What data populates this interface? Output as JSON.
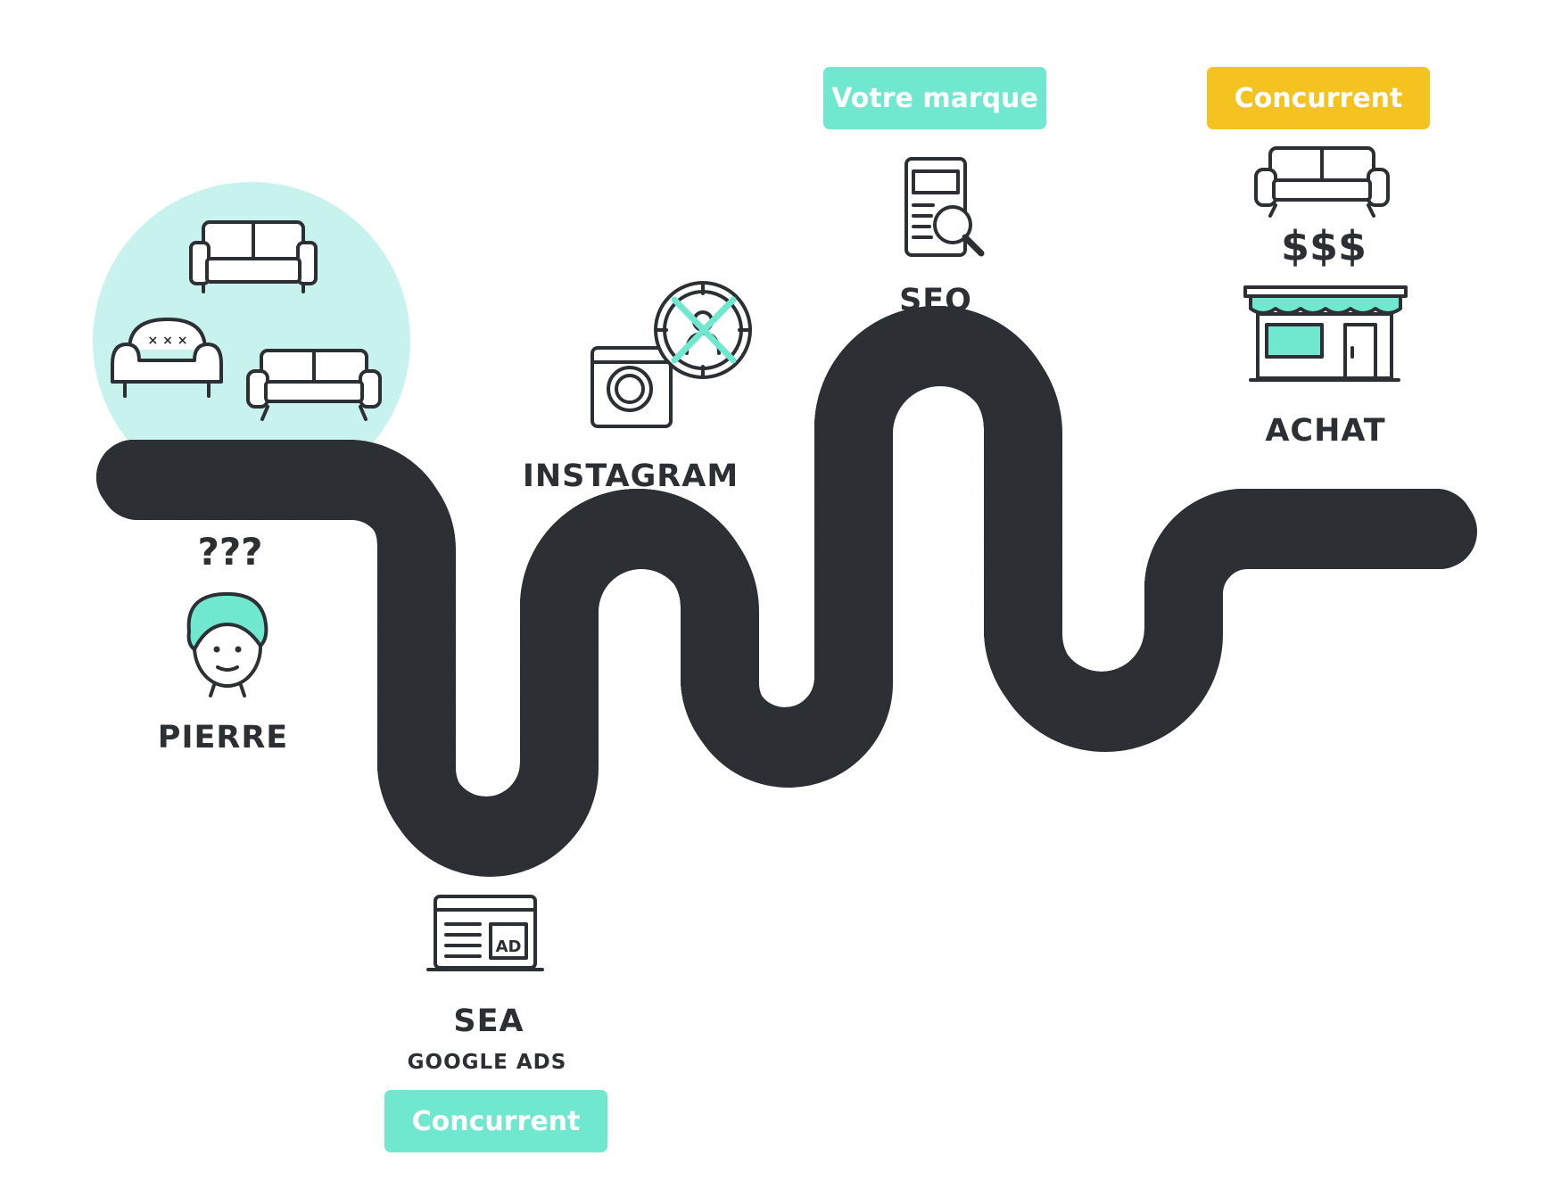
{
  "colors": {
    "accent": "#6fe8cf",
    "accent_light": "#c8f2ee",
    "competitor_yellow": "#f5c31f",
    "outline": "#2c2f33",
    "road_fill": "#eceeed",
    "road_shadow": "#c9cccb",
    "white": "#ffffff"
  },
  "icons": {
    "sofa_group": "sofa-icon",
    "persona": "confused-person-icon",
    "ad": "laptop-ad-icon",
    "instagram": "camera-target-icon",
    "seo": "document-search-icon",
    "purchase_sofa": "sofa-icon",
    "purchase_money": "dollar-icon",
    "purchase_store": "storefront-icon"
  },
  "steps": {
    "pierre": {
      "label": "PIERRE"
    },
    "sea": {
      "label": "SEA",
      "sublabel": "GOOGLE ADS",
      "badge": "Concurrent"
    },
    "instagram": {
      "label": "INSTAGRAM"
    },
    "seo": {
      "label": "SEO",
      "badge": "Votre marque"
    },
    "achat": {
      "label": "ACHAT",
      "badge": "Concurrent",
      "money": "$$$"
    }
  }
}
